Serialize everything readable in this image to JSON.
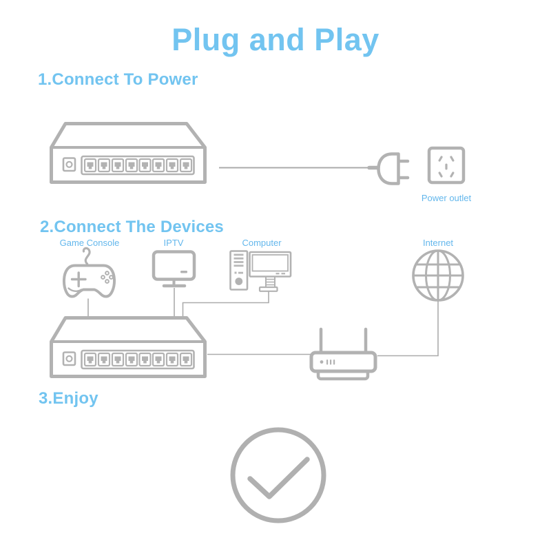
{
  "title": "Plug and Play",
  "sections": [
    {
      "heading": "1.Connect To Power"
    },
    {
      "heading": "2.Connect The Devices"
    },
    {
      "heading": "3.Enjoy"
    }
  ],
  "device_labels": {
    "game_console": "Game Console",
    "iptv": "IPTV",
    "computer": "Computer",
    "internet": "Internet"
  },
  "outlet_label": "Power outlet",
  "icons": [
    "network-switch-icon",
    "power-plug-icon",
    "power-outlet-icon",
    "game-console-icon",
    "iptv-icon",
    "computer-icon",
    "internet-globe-icon",
    "wifi-router-icon",
    "checkmark-circle-icon"
  ],
  "colors": {
    "accent_blue": "#72c4f0",
    "label_blue": "#63b7ec",
    "icon_gray": "#b2b2b2",
    "line_gray": "#ababab",
    "background": "#ffffff"
  }
}
